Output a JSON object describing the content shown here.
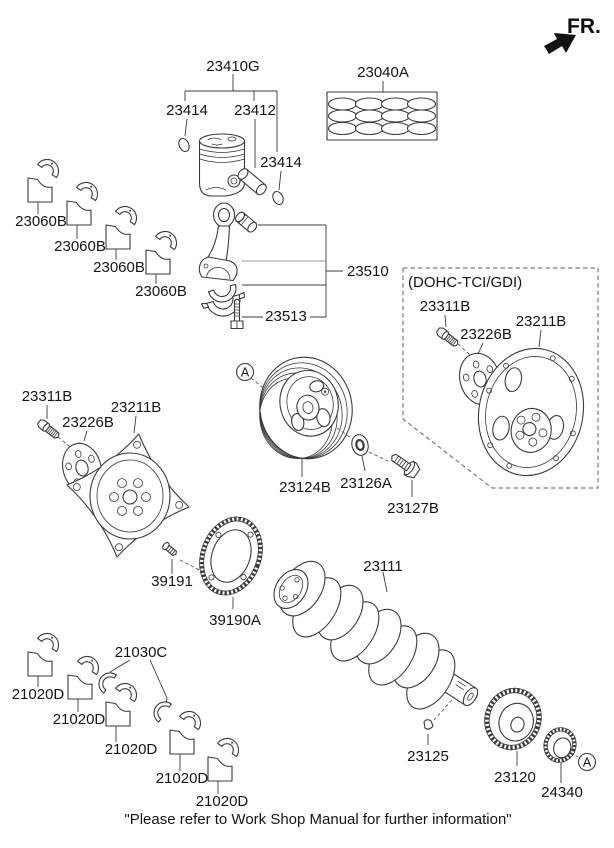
{
  "drawing": {
    "fr": "FR.",
    "dohc_note": "(DOHC-TCI/GDI)",
    "callout_a": "A",
    "caption": "\"Please refer to Work Shop Manual for further information\"",
    "colors": {
      "background": "#ffffff",
      "line": "#3b3b3b",
      "text": "#151515"
    },
    "parts": {
      "piston_kit": "23410G",
      "snap_ring": "23414",
      "piston_pin": "23412",
      "piston_ring_set": "23040A",
      "rod_bearing": "23060B",
      "conrod": "23510",
      "rod_bolt": "23513",
      "drive_plate_bolt": "23311B",
      "adapter_plate": "23226B",
      "drive_plate": "23211B",
      "damper_pulley": "23124B",
      "washer": "23126A",
      "pulley_bolt": "23127B",
      "ring_gear_screw": "39191",
      "ring_gear": "39190A",
      "crankshaft": "23111",
      "thrust_washer_set": "21030C",
      "main_bearing": "21020D",
      "woodruff_key": "23125",
      "crank_sprocket": "23120",
      "balance_shaft_gear": "24340"
    }
  }
}
